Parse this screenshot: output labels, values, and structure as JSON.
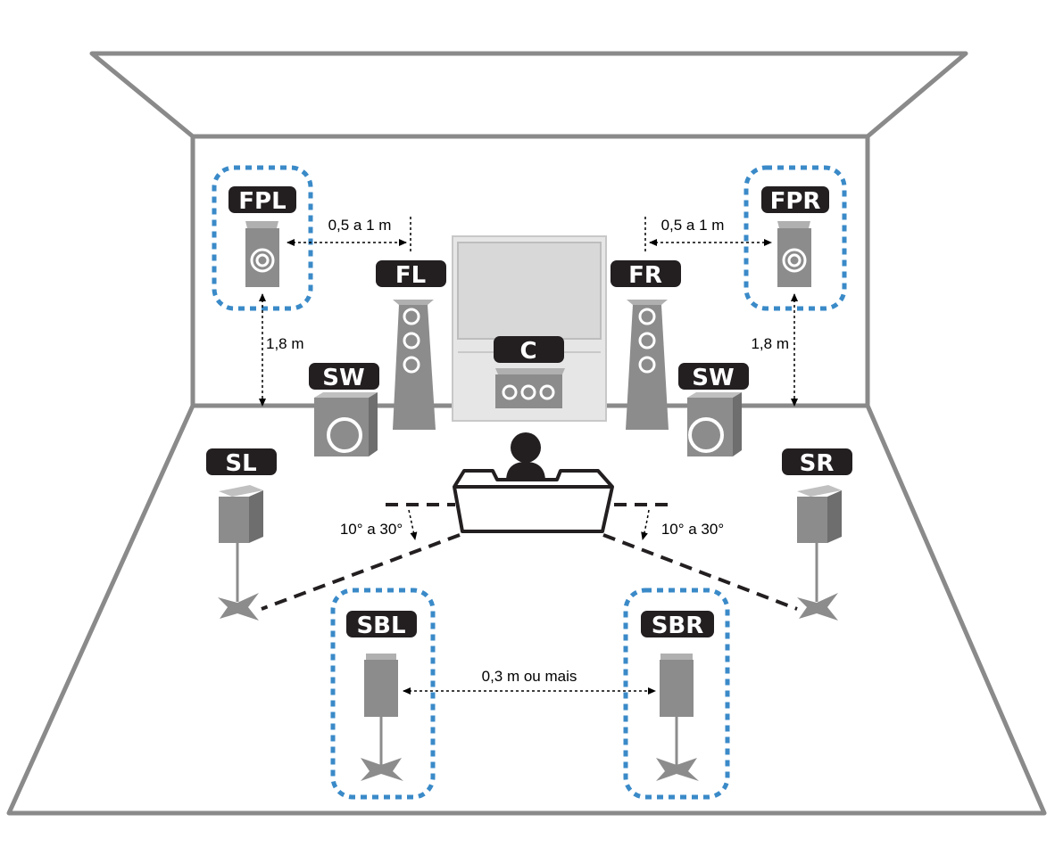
{
  "colors": {
    "room_line": "#8a8a8a",
    "speaker_fill": "#8c8c8c",
    "screen_fill": "#d8d8d8",
    "label_bg": "#231f20",
    "label_text": "#ffffff",
    "highlight": "#3a8ac8"
  },
  "speakers": {
    "fpl": "FPL",
    "fpr": "FPR",
    "fl": "FL",
    "fr": "FR",
    "c": "C",
    "sw_left": "SW",
    "sw_right": "SW",
    "sl": "SL",
    "sr": "SR",
    "sbl": "SBL",
    "sbr": "SBR"
  },
  "dimensions": {
    "front_presence_left_gap": "0,5 a 1 m",
    "front_presence_right_gap": "0,5 a 1 m",
    "presence_height_left": "1,8 m",
    "presence_height_right": "1,8 m",
    "surround_angle_left": "10° a 30°",
    "surround_angle_right": "10° a 30°",
    "surround_back_gap": "0,3 m ou mais"
  }
}
